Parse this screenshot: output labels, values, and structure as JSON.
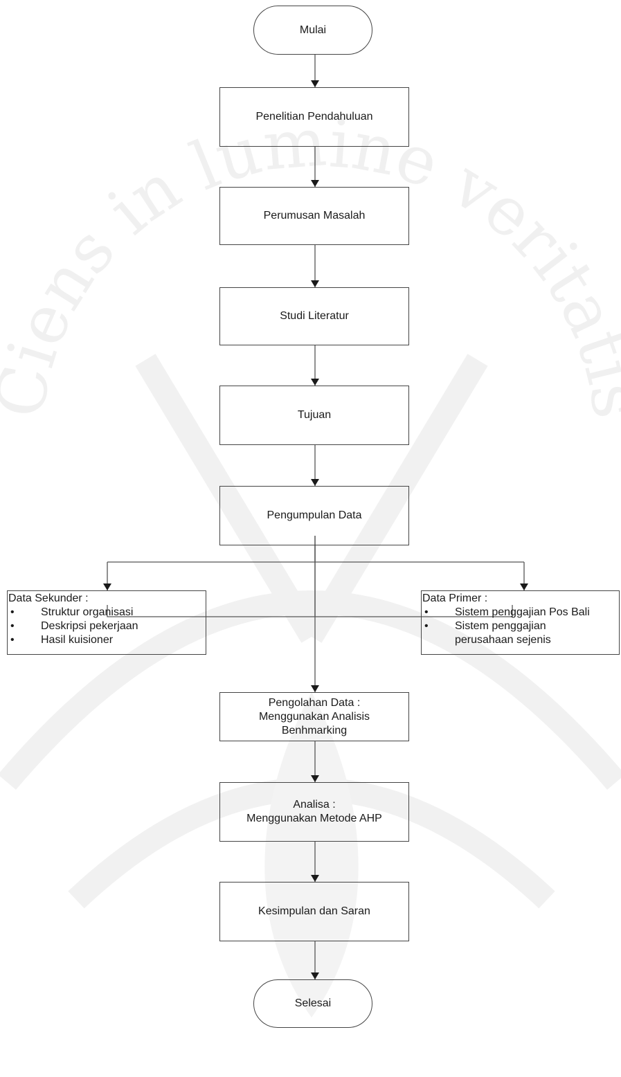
{
  "watermark": {
    "text": "Ciens in lumine veritatis"
  },
  "nodes": {
    "start": "Mulai",
    "preliminary": "Penelitian Pendahuluan",
    "problem": "Perumusan Masalah",
    "literature": "Studi Literatur",
    "objective": "Tujuan",
    "data_collection": "Pengumpulan Data",
    "secondary": {
      "title": "Data Sekunder :",
      "items": [
        "Struktur organisasi",
        "Deskripsi pekerjaan",
        "Hasil kuisioner"
      ]
    },
    "primary": {
      "title": "Data Primer :",
      "items": [
        "Sistem penggajian Pos Bali",
        "Sistem penggajian perusahaan sejenis"
      ]
    },
    "processing": [
      "Pengolahan Data :",
      "Menggunakan Analisis",
      "Benhmarking"
    ],
    "analysis": [
      "Analisa :",
      "Menggunakan Metode AHP"
    ],
    "conclusion": "Kesimpulan dan Saran",
    "end": "Selesai"
  }
}
